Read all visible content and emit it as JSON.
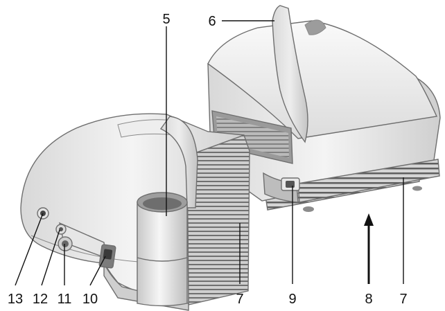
{
  "callouts": {
    "c5": "5",
    "c6": "6",
    "c7a": "7",
    "c7b": "7",
    "c8": "8",
    "c9": "9",
    "c10": "10",
    "c11": "11",
    "c12": "12",
    "c13": "13"
  }
}
